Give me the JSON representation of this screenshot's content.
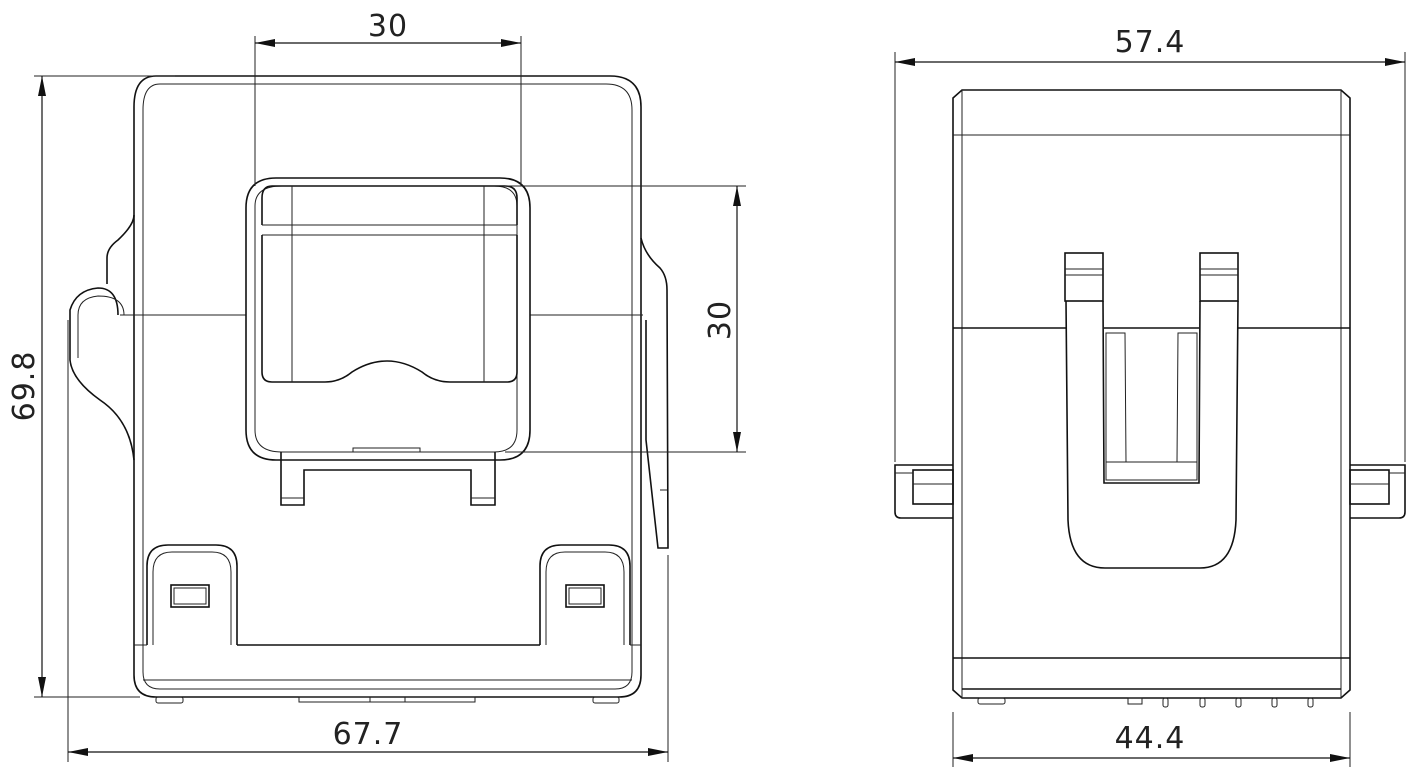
{
  "drawing": {
    "front_view": {
      "dimensions": {
        "window_width": "30",
        "window_height": "30",
        "overall_height": "69.8",
        "overall_width": "67.7"
      }
    },
    "side_view": {
      "dimensions": {
        "overall_width": "57.4",
        "base_width": "44.4"
      }
    }
  }
}
